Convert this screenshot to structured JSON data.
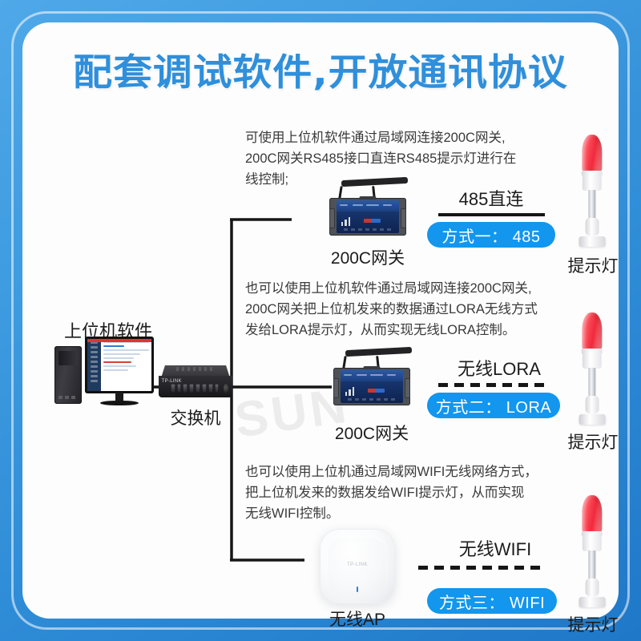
{
  "title": "配套调试软件,开放通讯协议",
  "watermark": "SUN",
  "colors": {
    "frame_blue": "#3E9BE0",
    "title_blue": "#2F8FDB",
    "pill_blue": "#1296EE",
    "line_black": "#161616",
    "lamp_red": "#F02A3C"
  },
  "left": {
    "pc_label": "上位机软件",
    "switch_label": "交换机"
  },
  "sections": [
    {
      "id": "rs485",
      "paragraph": [
        "可使用上位机软件通过局域网连接200C网关,",
        "200C网关RS485接口直连RS485提示灯进行在",
        "线控制;"
      ],
      "device_label": "200C网关",
      "device_type": "gateway",
      "link_label": "485直连",
      "link_style": "solid",
      "pill_label": "方式一： 485",
      "lamp_label": "提示灯"
    },
    {
      "id": "lora",
      "paragraph": [
        "也可以使用上位机软件通过局域网连接200C网关,",
        "200C网关把上位机发来的数据通过LORA无线方式",
        "发给LORA提示灯，从而实现无线LORA控制。"
      ],
      "device_label": "200C网关",
      "device_type": "gateway",
      "link_label": "无线LORA",
      "link_style": "dashed",
      "pill_label": "方式二： LORA",
      "lamp_label": "提示灯"
    },
    {
      "id": "wifi",
      "paragraph": [
        "也可以使用上位机通过局域网WIFI无线网络方式，",
        "把上位机发来的数据发给WIFI提示灯，从而实现",
        "无线WIFI控制。"
      ],
      "device_label": "无线AP",
      "device_type": "ap",
      "link_label": "无线WIFI",
      "link_style": "dashed",
      "pill_label": "方式三： WIFI",
      "lamp_label": "提示灯"
    }
  ]
}
